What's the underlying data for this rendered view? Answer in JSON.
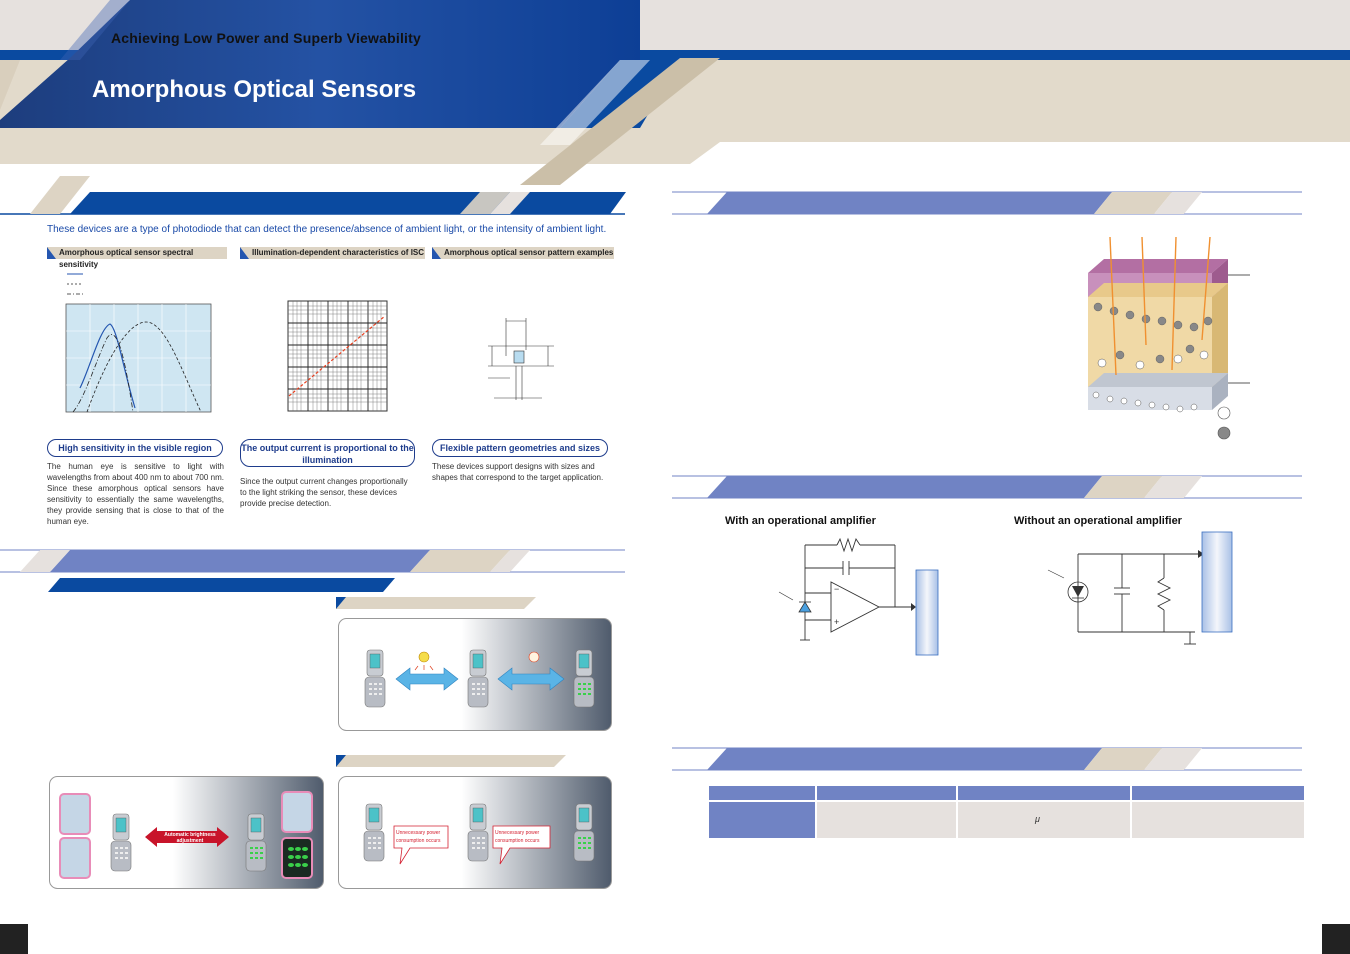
{
  "header": {
    "subtitle": "Achieving Low Power and Superb Viewability",
    "title": "Amorphous Optical Sensors"
  },
  "features": {
    "intro": "These devices are a type of photodiode that can detect the presence/absence of ambient light, or the intensity of ambient light.",
    "tags": [
      "Amorphous optical sensor spectral sensitivity",
      "Illumination-dependent characteristics of ISC",
      "Amorphous optical sensor pattern examples"
    ],
    "items": [
      {
        "heading": "High sensitivity in the visible region",
        "body": "The human eye is sensitive to light with wavelengths from about 400 nm to about 700 nm. Since these amorphous optical sensors have sensitivity to essentially the same wavelengths, they provide sensing that is close to that of the human eye."
      },
      {
        "heading": "The output current is proportional to the illumination",
        "body": "Since the output current changes proportionally to the light striking the sensor, these devices provide precise detection."
      },
      {
        "heading": "Flexible pattern geometries and sizes",
        "body": "These devices support designs with sizes and shapes that correspond to the target application."
      }
    ]
  },
  "applications": {
    "auto_label": "Automatic brightness adjustment",
    "callout": "Unnecessary power consumption occurs"
  },
  "circuits": {
    "with_amp": "With an operational amplifier",
    "without_amp": "Without an operational amplifier",
    "minus": "−",
    "plus": "+"
  },
  "table": {
    "mu": "μ"
  },
  "colors": {
    "navy": "#0a4aa0",
    "periwinkle": "#7083c4",
    "beige": "#ddd4c4",
    "accent_blue": "#1a4aa8"
  }
}
